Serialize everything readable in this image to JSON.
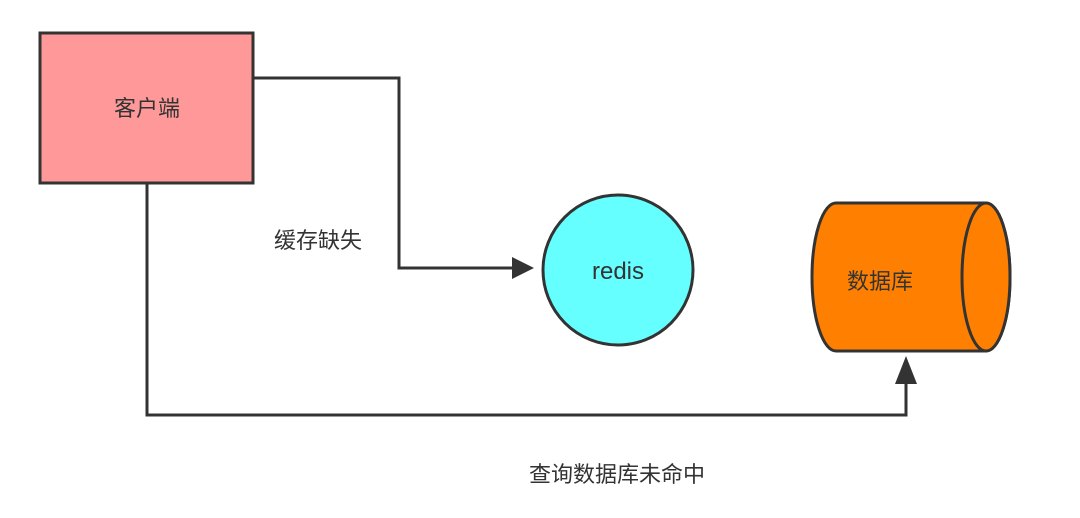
{
  "nodes": {
    "client": {
      "label": "客户端",
      "color": "#ff9999"
    },
    "redis": {
      "label": "redis",
      "color": "#66ffff"
    },
    "database": {
      "label": "数据库",
      "color": "#ff8000"
    }
  },
  "edges": {
    "cache_miss": {
      "label": "缓存缺失"
    },
    "db_miss": {
      "label": "查询数据库未命中"
    }
  },
  "colors": {
    "stroke": "#333333",
    "background": "#ffffff"
  }
}
